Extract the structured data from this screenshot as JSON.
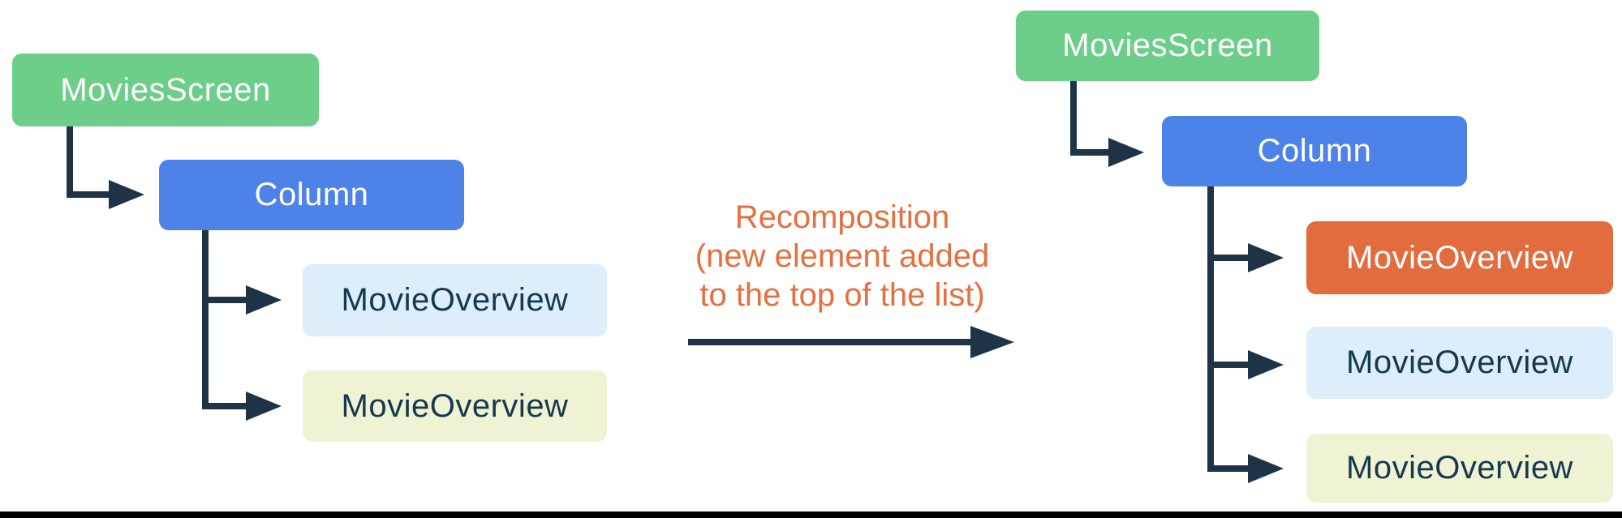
{
  "left_tree": {
    "root": {
      "label": "MoviesScreen",
      "color": "#6DCE8A"
    },
    "column": {
      "label": "Column",
      "color": "#4D82E8"
    },
    "leaves": [
      {
        "label": "MovieOverview",
        "color": "#DCEDFB"
      },
      {
        "label": "MovieOverview",
        "color": "#EFF3D4"
      }
    ]
  },
  "right_tree": {
    "root": {
      "label": "MoviesScreen",
      "color": "#6DCE8A"
    },
    "column": {
      "label": "Column",
      "color": "#4D82E8"
    },
    "leaves": [
      {
        "label": "MovieOverview",
        "color": "#E26C3D"
      },
      {
        "label": "MovieOverview",
        "color": "#DCEDFB"
      },
      {
        "label": "MovieOverview",
        "color": "#EFF3D4"
      }
    ]
  },
  "transition": {
    "lines": [
      "Recomposition",
      "(new element added",
      "to the top of the list)"
    ],
    "text_color": "#E4703F"
  },
  "colors": {
    "connector_navy": "#1F3346",
    "node_text_dark": "#17384E",
    "node_text_light": "#FFFFFF",
    "bottom_bar": "#000000"
  }
}
